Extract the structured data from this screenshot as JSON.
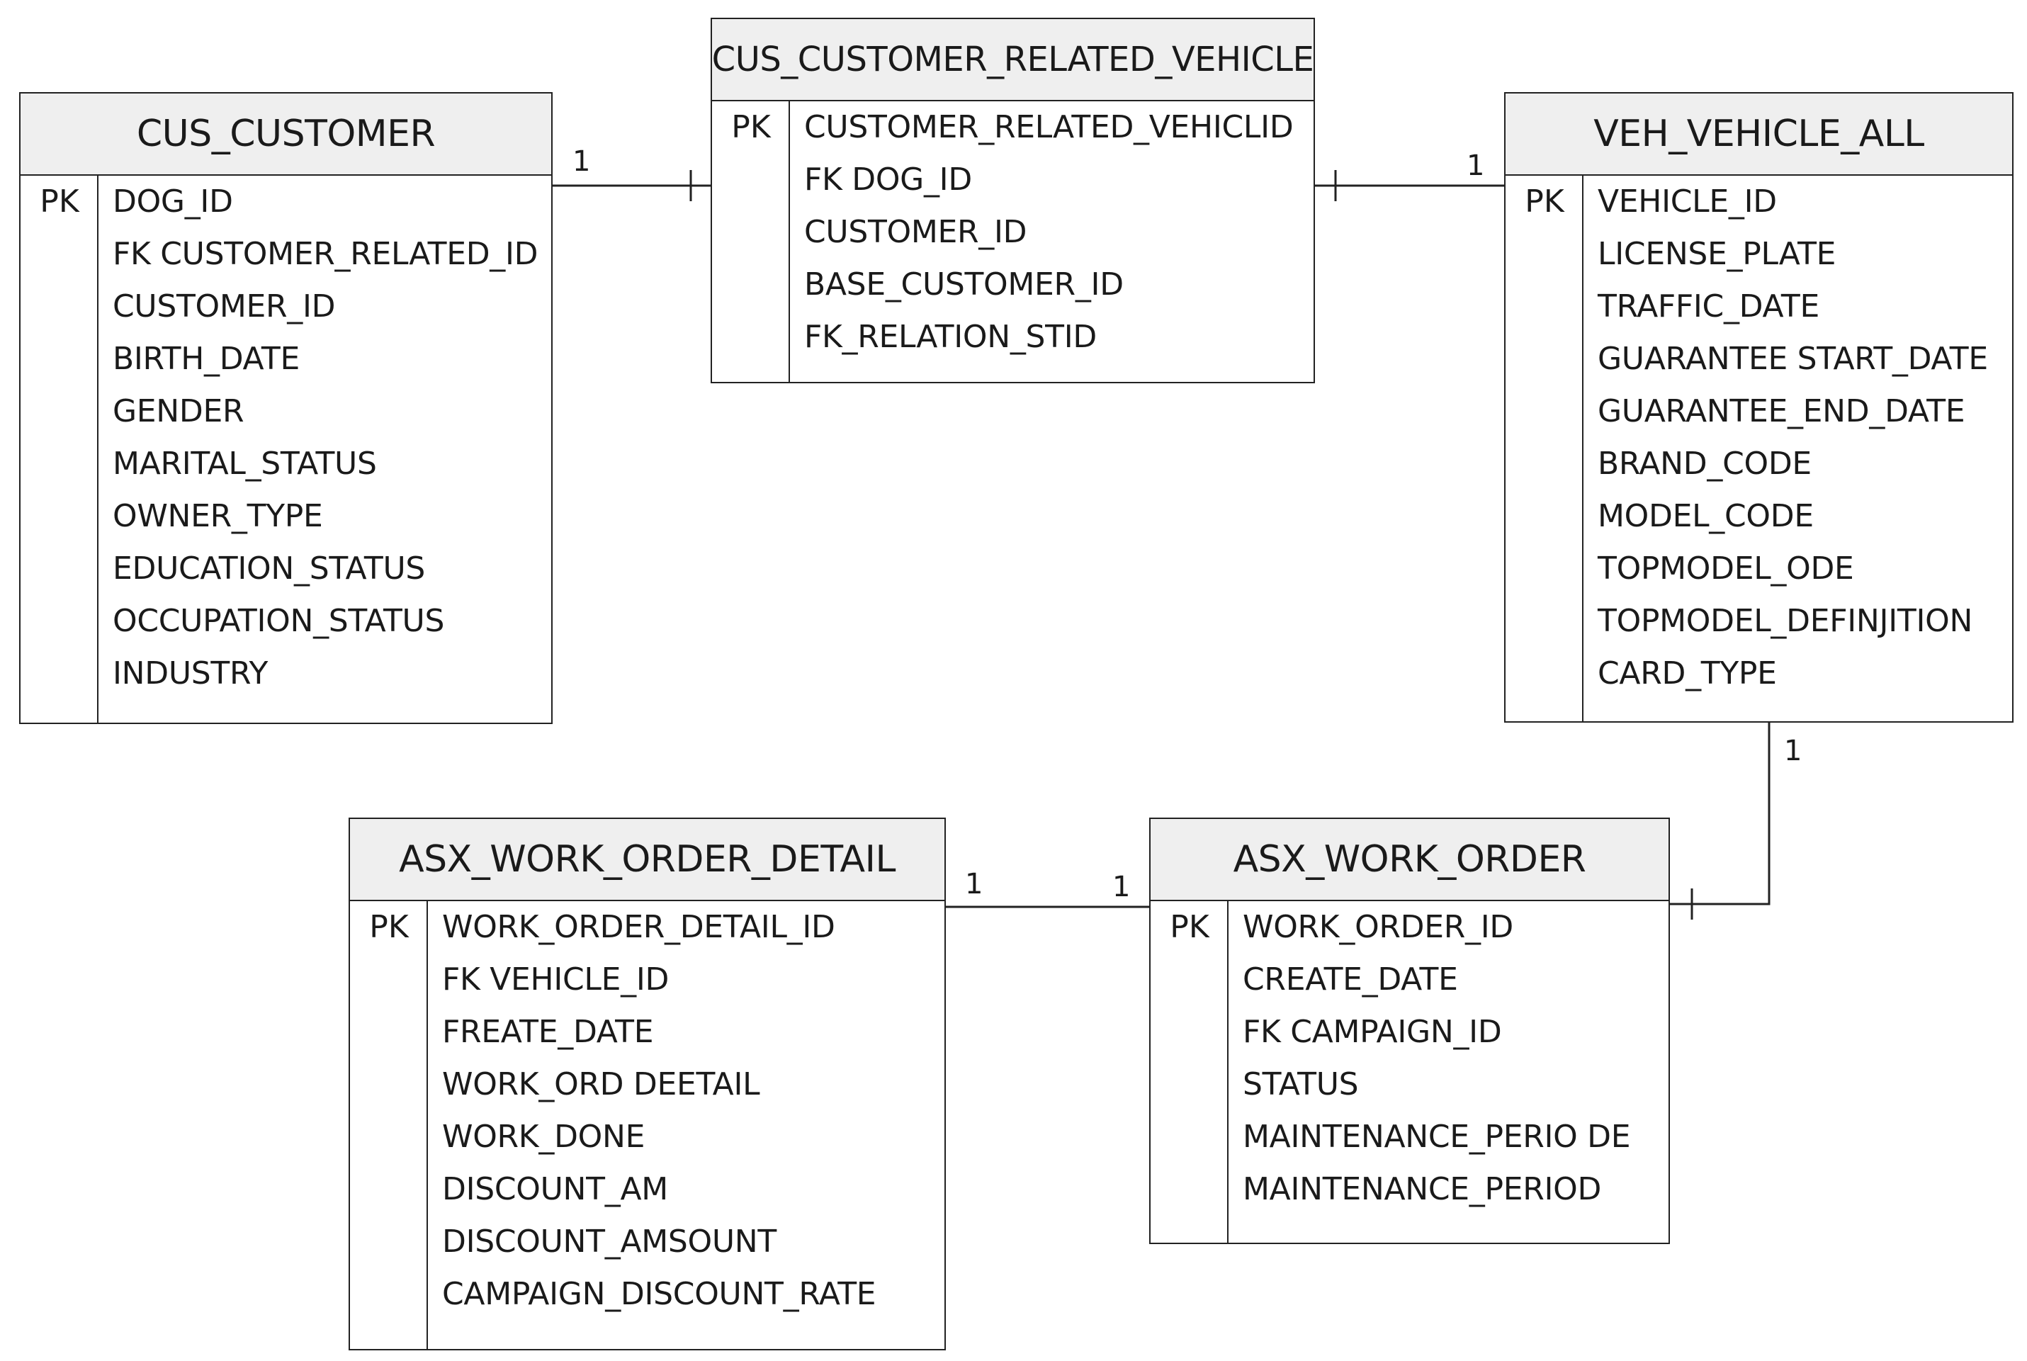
{
  "entities": {
    "cus_customer": {
      "title": "CUS_CUSTOMER",
      "pk": "PK",
      "fields": [
        "DOG_ID",
        "FK CUSTOMER_RELATED_ID",
        "CUSTOMER_ID",
        "BIRTH_DATE",
        "GENDER",
        "MARITAL_STATUS",
        "OWNER_TYPE",
        "EDUCATION_STATUS",
        "OCCUPATION_STATUS",
        "INDUSTRY"
      ]
    },
    "cus_customer_related_vehicle": {
      "title": "CUS_CUSTOMER_RELATED_VEHICLE",
      "pk": "PK",
      "fields": [
        "CUSTOMER_RELATED_VEHICLID",
        "FK DOG_ID",
        "CUSTOMER_ID",
        "BASE_CUSTOMER_ID",
        "FK_RELATION_STID"
      ]
    },
    "veh_vehicle_all": {
      "title": "VEH_VEHICLE_ALL",
      "pk": "PK",
      "fields": [
        "VEHICLE_ID",
        "LICENSE_PLATE",
        "TRAFFIC_DATE",
        "GUARANTEE START_DATE",
        "GUARANTEE_END_DATE",
        "BRAND_CODE",
        "MODEL_CODE",
        "TOPMODEL_ODE",
        "TOPMODEL_DEFINJITION",
        "CARD_TYPE"
      ]
    },
    "asx_work_order_detail": {
      "title": "ASX_WORK_ORDER_DETAIL",
      "pk": "PK",
      "fields": [
        "WORK_ORDER_DETAIL_ID",
        "FK VEHICLE_ID",
        "FREATE_DATE",
        "WORK_ORD DEETAIL",
        "WORK_DONE",
        "DISCOUNT_AM",
        "DISCOUNT_AMSOUNT",
        "CAMPAIGN_DISCOUNT_RATE"
      ]
    },
    "asx_work_order": {
      "title": "ASX_WORK_ORDER",
      "pk": "PK",
      "fields": [
        "WORK_ORDER_ID",
        "CREATE_DATE",
        "FK CAMPAIGN_ID",
        "STATUS",
        "MAINTENANCE_PERIO DE",
        "MAINTENANCE_PERIOD"
      ]
    }
  },
  "relationships": [
    {
      "from": "CUS_CUSTOMER",
      "to": "CUS_CUSTOMER_RELATED_VEHICLE",
      "from_card": "1",
      "to_card": ""
    },
    {
      "from": "CUS_CUSTOMER_RELATED_VEHICLE",
      "to": "VEH_VEHICLE_ALL",
      "from_card": "",
      "to_card": "1"
    },
    {
      "from": "VEH_VEHICLE_ALL",
      "to": "ASX_WORK_ORDER",
      "from_card": "1",
      "to_card": ""
    },
    {
      "from": "ASX_WORK_ORDER_DETAIL",
      "to": "ASX_WORK_ORDER",
      "from_card": "1",
      "to_card": "1"
    }
  ]
}
